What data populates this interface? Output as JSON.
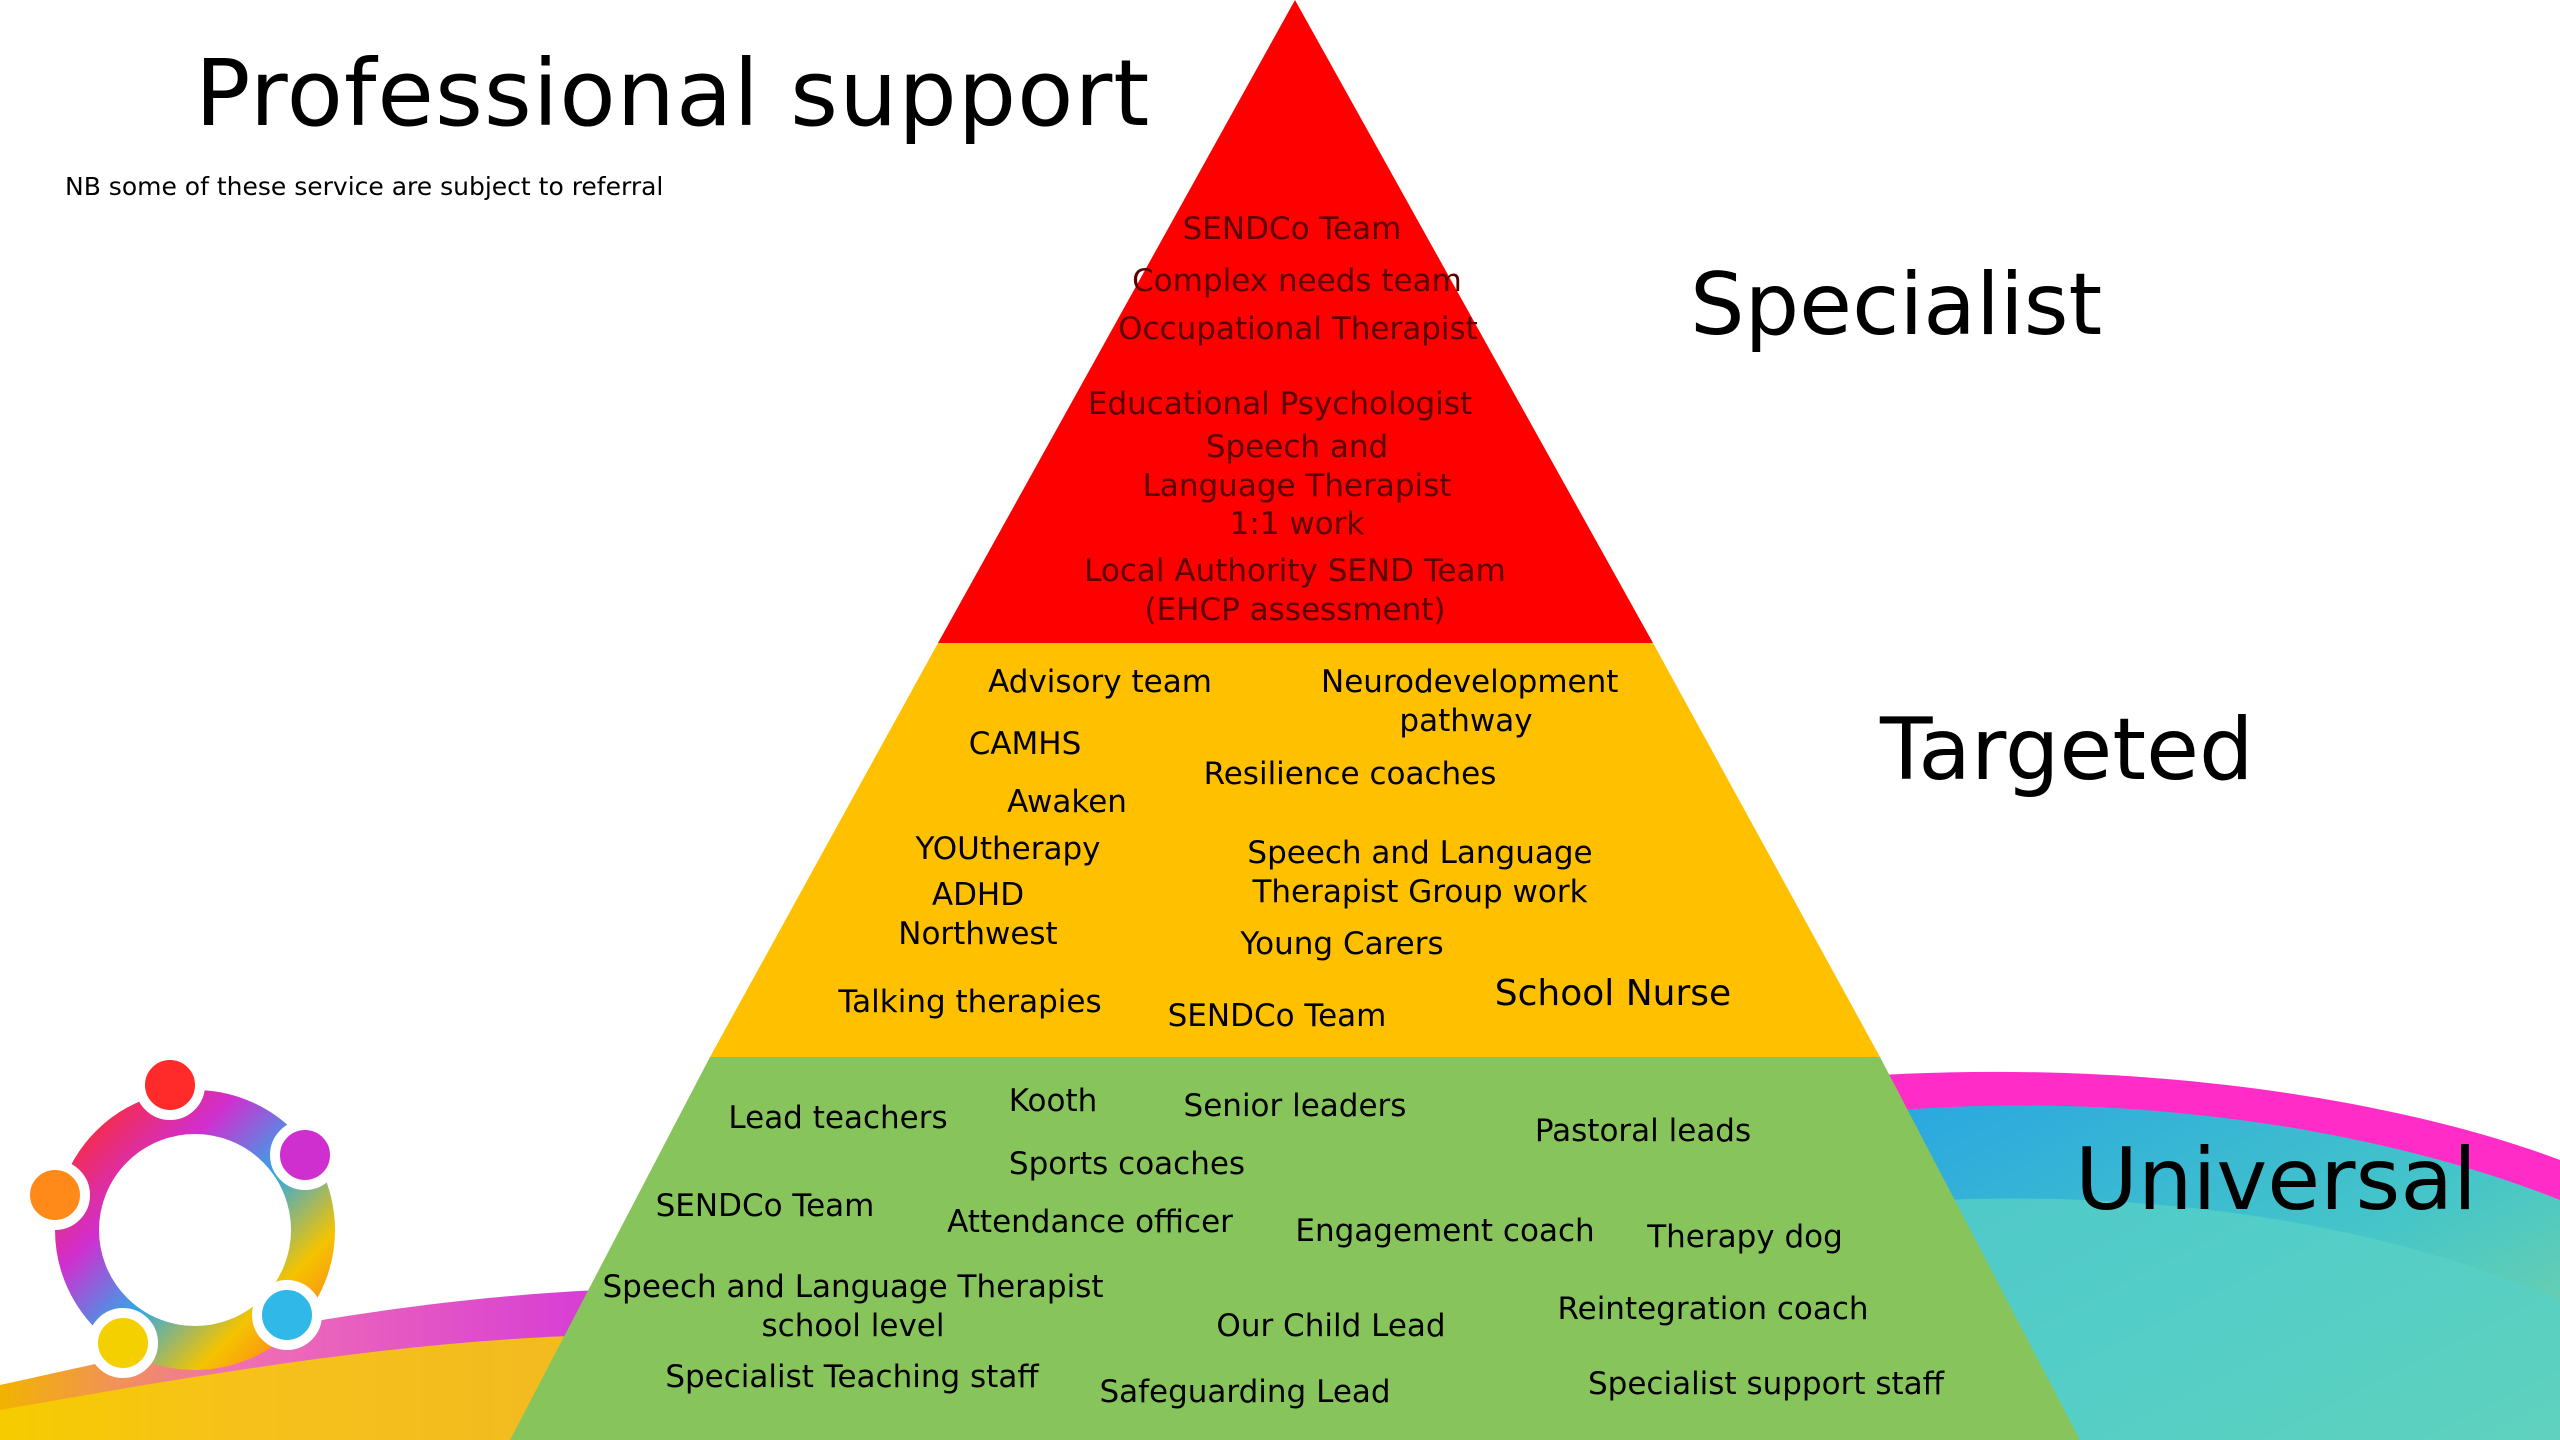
{
  "title": "Professional support",
  "note": "NB some of these service are subject to referral",
  "tiers": {
    "specialist": "Specialist",
    "targeted": "Targeted",
    "universal": "Universal"
  },
  "colors": {
    "specialist": "#ff0000",
    "targeted": "#ffc000",
    "universal": "#88c45c",
    "specialist_text": "#5a0000",
    "body_text": "#000000"
  },
  "specialist_items": [
    "SENDCo Team",
    "Complex needs team",
    "Occupational Therapist",
    "Educational Psychologist",
    "Speech and Language Therapist",
    "1:1 work",
    "Local Authority SEND Team (EHCP assessment)"
  ],
  "targeted_items": [
    "Advisory team",
    "Neurodevelopment pathway",
    "CAMHS",
    "Resilience coaches",
    "Awaken",
    "YOUtherapy",
    "Speech and Language Therapist Group work",
    "ADHD Northwest",
    "Young Carers",
    "Talking therapies",
    "SENDCo Team",
    "School Nurse"
  ],
  "universal_items": [
    "Lead teachers",
    "Kooth",
    "Senior leaders",
    "Pastoral leads",
    "Sports coaches",
    "SENDCo Team",
    "Attendance officer",
    "Engagement coach",
    "Therapy dog",
    "Speech and Language Therapist school level",
    "Our Child Lead",
    "Reintegration coach",
    "Specialist Teaching staff",
    "Safeguarding Lead",
    "Specialist support staff"
  ],
  "logo": {
    "icon": "five-people-circle-logo"
  }
}
